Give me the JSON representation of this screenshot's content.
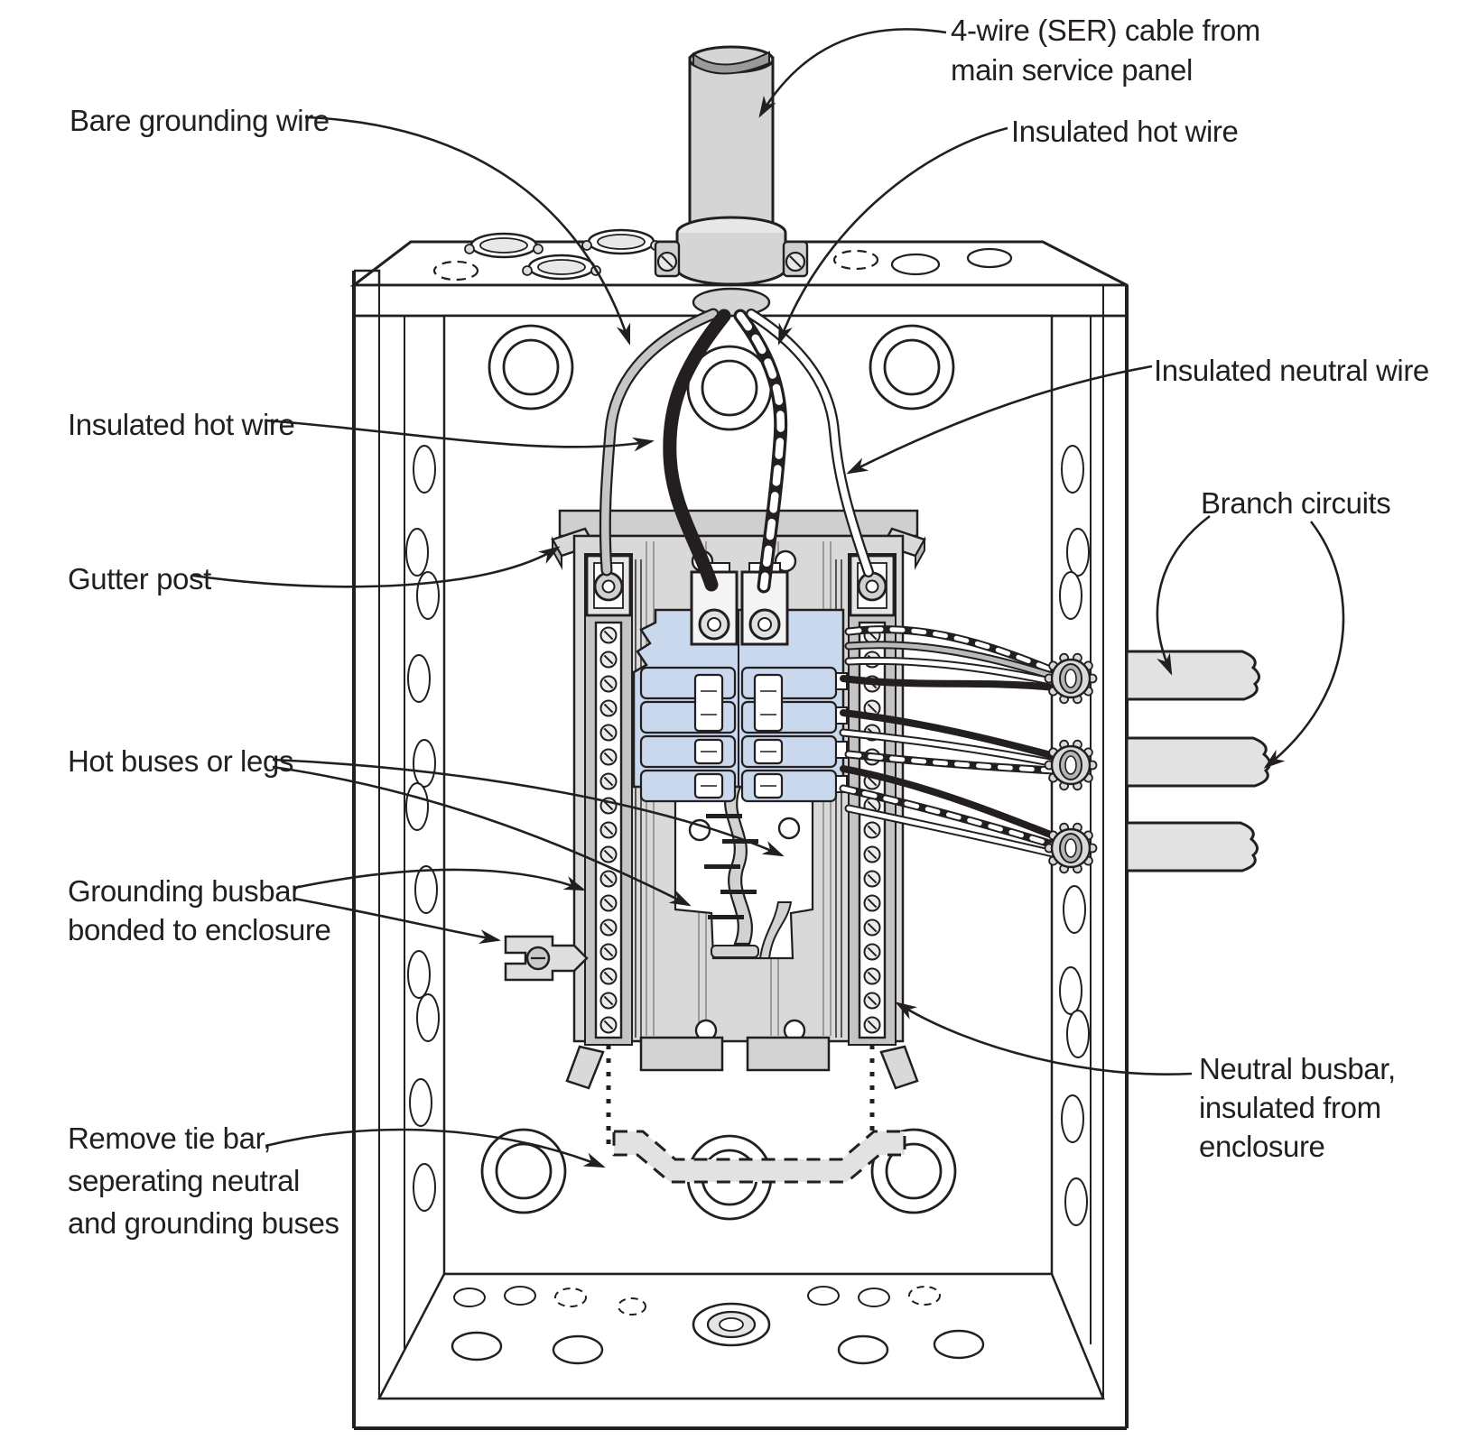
{
  "labels": {
    "ser_cable_line1": "4-wire (SER) cable from",
    "ser_cable_line2": "main service panel",
    "bare_grounding": "Bare grounding wire",
    "insulated_hot_left": "Insulated hot wire",
    "insulated_hot_right": "Insulated hot wire",
    "insulated_neutral": "Insulated neutral wire",
    "branch_circuits": "Branch circuits",
    "gutter_post": "Gutter post",
    "hot_buses": "Hot buses or legs",
    "grounding_busbar_line1": "Grounding busbar",
    "grounding_busbar_line2": "bonded to enclosure",
    "remove_tie_line1": "Remove tie bar,",
    "remove_tie_line2": "seperating neutral",
    "remove_tie_line3": "and grounding buses",
    "neutral_busbar_line1": "Neutral busbar,",
    "neutral_busbar_line2": "insulated from",
    "neutral_busbar_line3": "enclosure"
  },
  "colors": {
    "line": "#231f20",
    "breaker_blue": "#c9d8ec",
    "panel_gray": "#d9d9d9",
    "cable_gray": "#d5d5d5",
    "light_gray": "#e2e2e2"
  }
}
